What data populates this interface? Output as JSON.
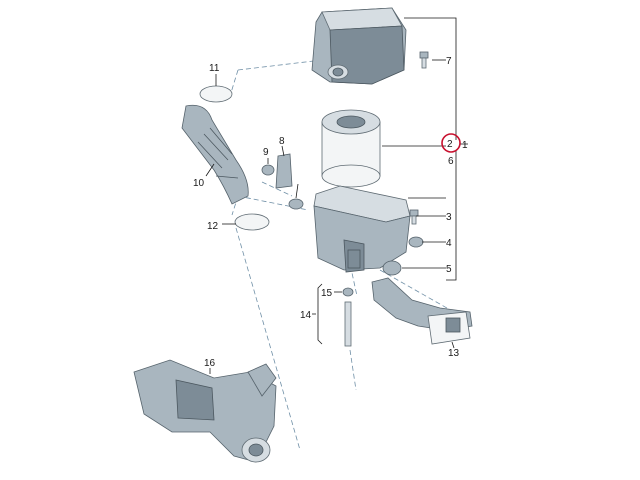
{
  "callouts": {
    "p1": "1",
    "p2": "2",
    "p3": "3",
    "p4": "4",
    "p5": "5",
    "p6": "6",
    "p7": "7",
    "p8": "8",
    "p9": "9",
    "p10": "10",
    "p11": "11",
    "p12": "12",
    "p13": "13",
    "p14": "14",
    "p15": "15",
    "p16": "16"
  },
  "highlighted_part": "2",
  "colors": {
    "highlight": "#c8102e",
    "part": "#7d8c97",
    "leader": "#1a1a1a"
  }
}
